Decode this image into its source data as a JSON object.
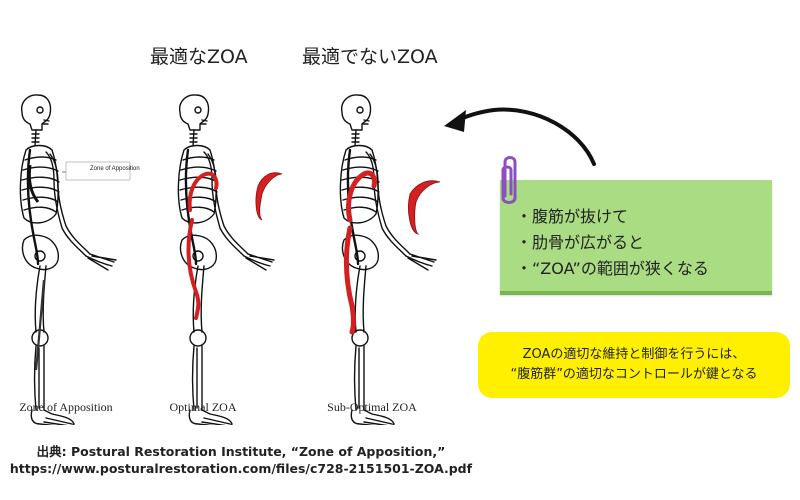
{
  "titles": {
    "optimal": "最適なZOA",
    "suboptimal": "最適でないZOA"
  },
  "figure": {
    "inset_label": "Zone of Apposition",
    "captions": [
      "Zone of Apposition",
      "Optimal ZOA",
      "Sub-Optimal ZOA"
    ]
  },
  "note_box": {
    "bullets": [
      "・腹筋が抜けて",
      "・肋骨が広がると",
      "・“ZOA”の範囲が狭くなる"
    ]
  },
  "key_box": {
    "lines": [
      "ZOAの適切な維持と制御を行うには、",
      "“腹筋群”の適切なコントロールが鍵となる"
    ]
  },
  "citation": {
    "line1": "出典: Postural Restoration Institute, “Zone of Apposition,”",
    "line2": "https://www.posturalrestoration.com/files/c728-2151501-ZOA.pdf"
  },
  "colors": {
    "note_box": "#a9dc83",
    "key_box": "#fff000",
    "muscle": "#d42020",
    "paperclip": "#8a4fc0"
  }
}
